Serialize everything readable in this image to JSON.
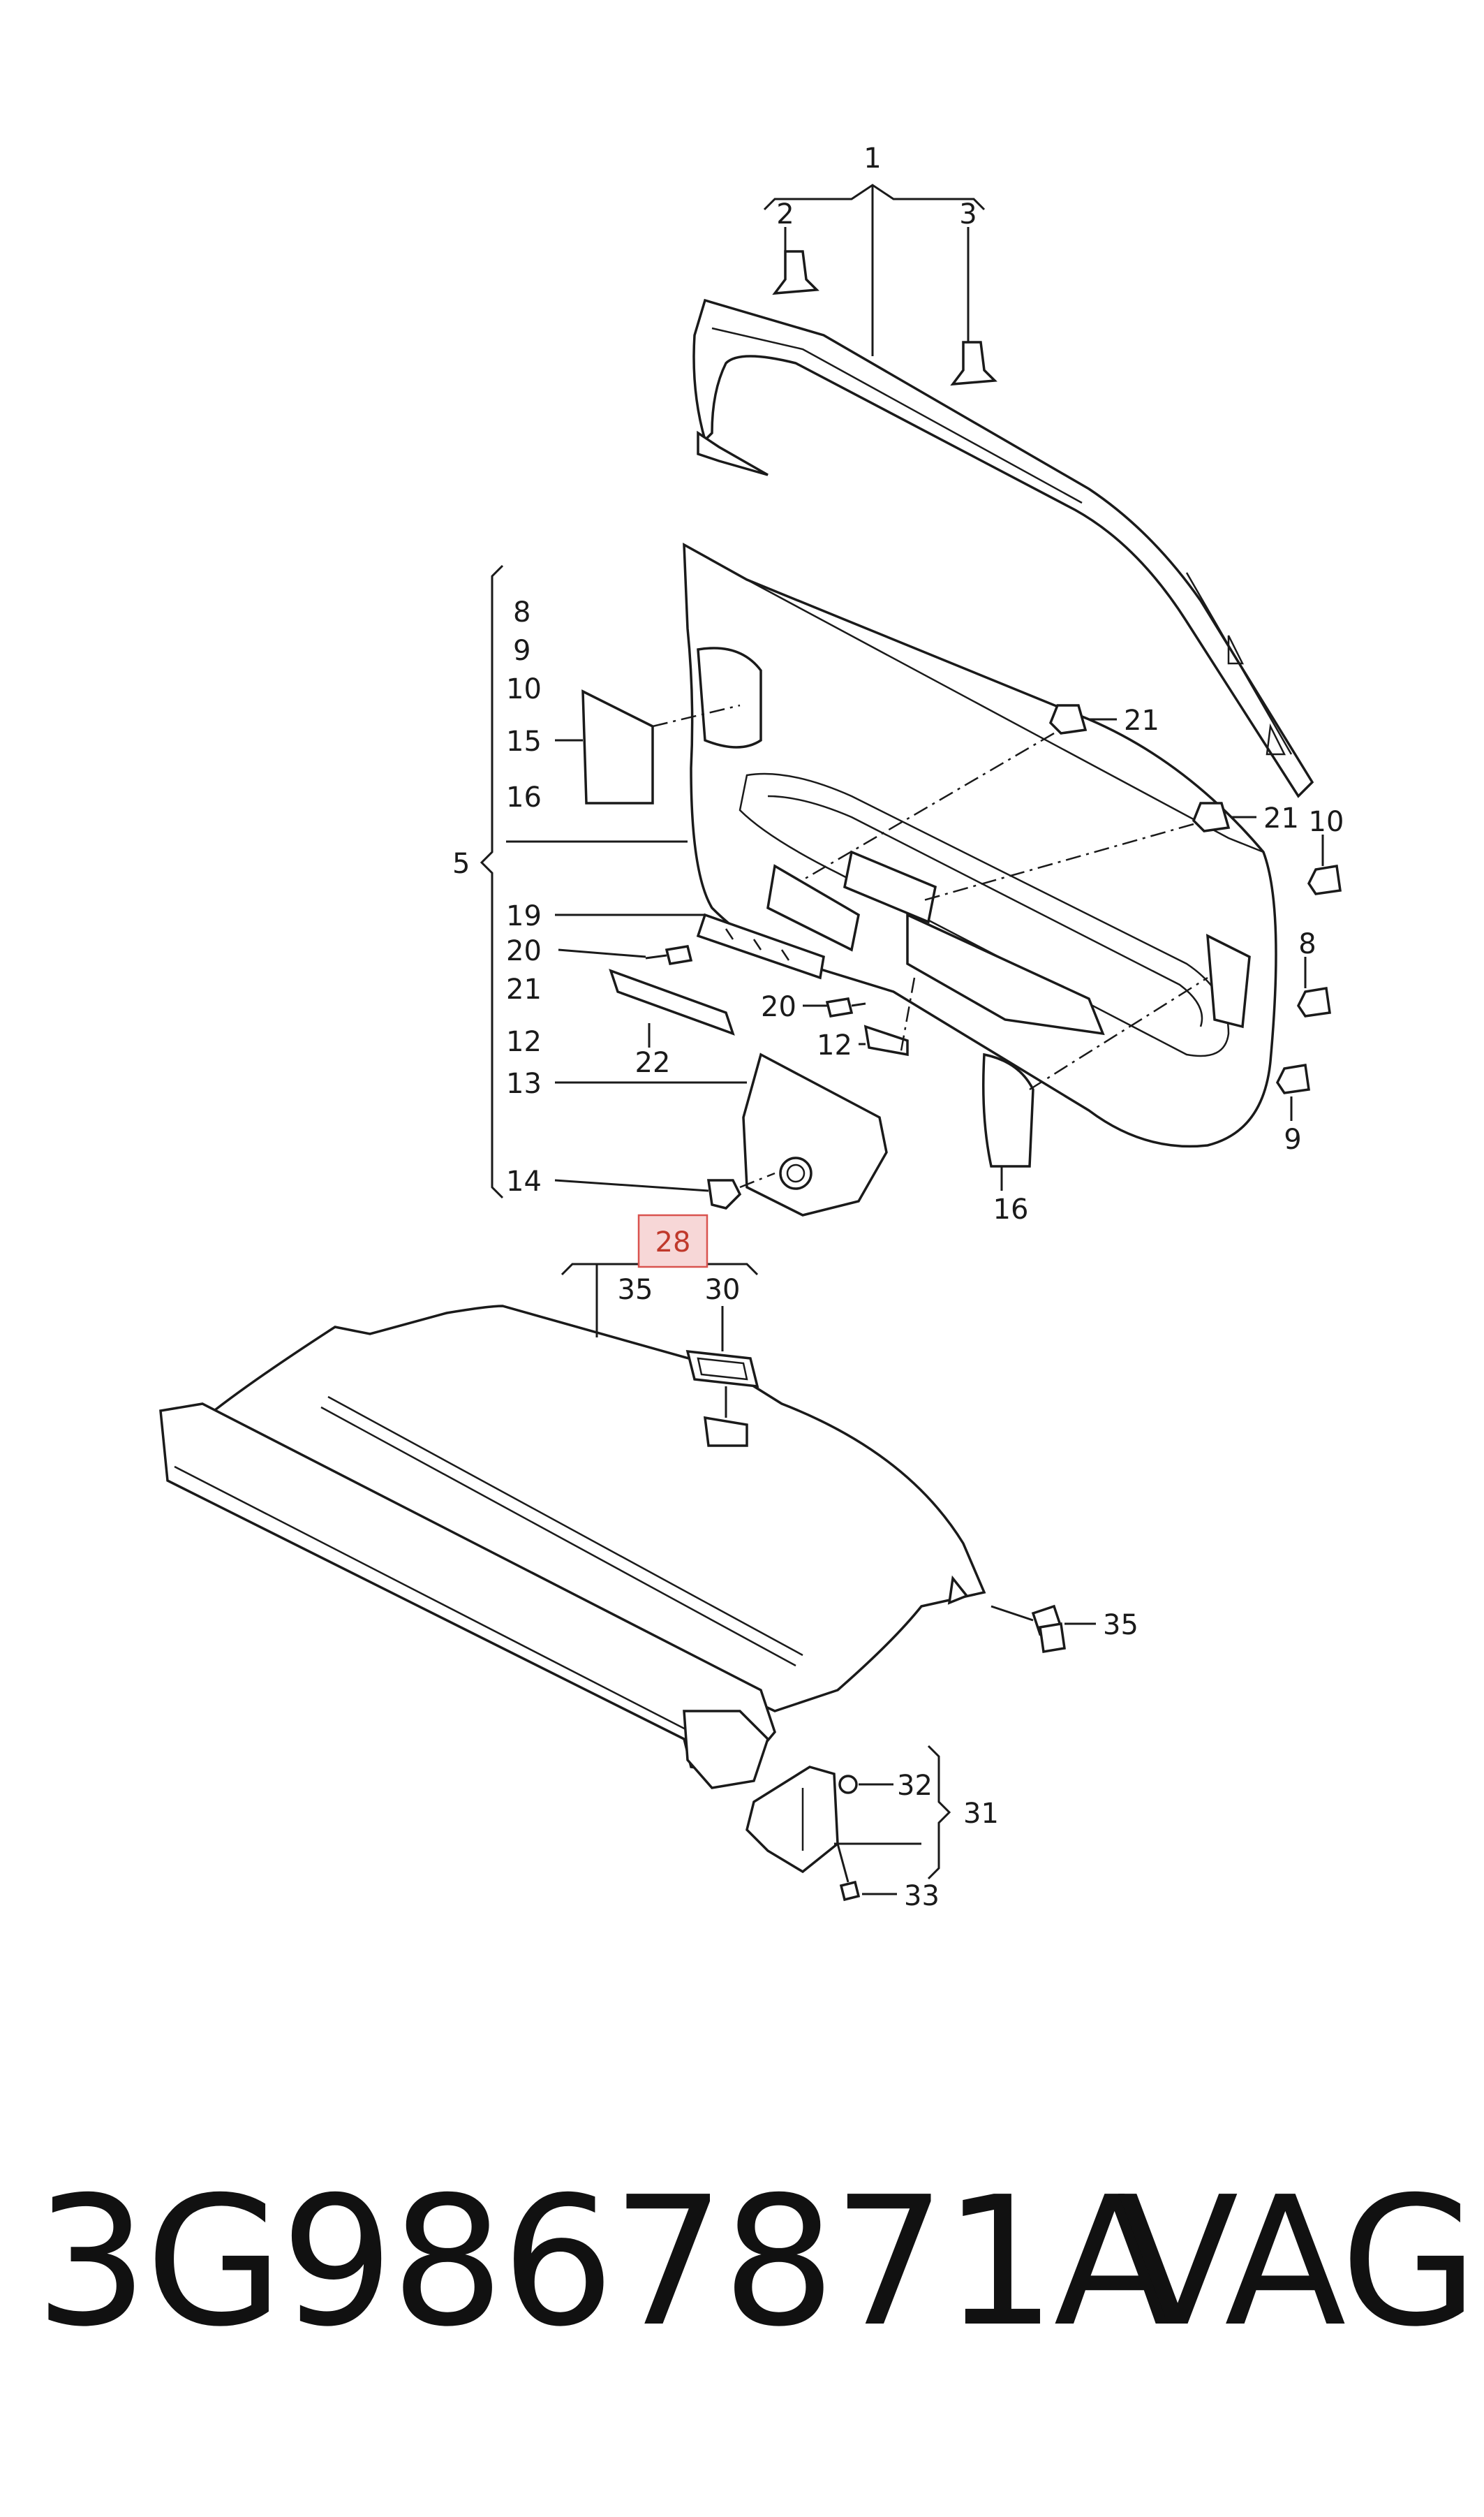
{
  "callouts": [
    {
      "id": "c1",
      "text": "1"
    },
    {
      "id": "c2",
      "text": "2"
    },
    {
      "id": "c3",
      "text": "3"
    },
    {
      "id": "c8a",
      "text": "8"
    },
    {
      "id": "c9a",
      "text": "9"
    },
    {
      "id": "c10a",
      "text": "10"
    },
    {
      "id": "c15",
      "text": "15"
    },
    {
      "id": "c16a",
      "text": "16"
    },
    {
      "id": "c5",
      "text": "5"
    },
    {
      "id": "c19",
      "text": "19"
    },
    {
      "id": "c20a",
      "text": "20"
    },
    {
      "id": "c21a",
      "text": "21"
    },
    {
      "id": "c12a",
      "text": "12"
    },
    {
      "id": "c13",
      "text": "13"
    },
    {
      "id": "c14",
      "text": "14"
    },
    {
      "id": "c22",
      "text": "22"
    },
    {
      "id": "c21b",
      "text": "21"
    },
    {
      "id": "c21c",
      "text": "21"
    },
    {
      "id": "c10b",
      "text": "10"
    },
    {
      "id": "c8b",
      "text": "8"
    },
    {
      "id": "c9b",
      "text": "9"
    },
    {
      "id": "c20b",
      "text": "20"
    },
    {
      "id": "c12b",
      "text": "12"
    },
    {
      "id": "c16b",
      "text": "16"
    },
    {
      "id": "c28",
      "text": "28"
    },
    {
      "id": "c35a",
      "text": "35"
    },
    {
      "id": "c30",
      "text": "30"
    },
    {
      "id": "c35b",
      "text": "35"
    },
    {
      "id": "c32",
      "text": "32"
    },
    {
      "id": "c31",
      "text": "31"
    },
    {
      "id": "c33",
      "text": "33"
    }
  ],
  "highlight_color": "#f7d7d7",
  "highlight_border": "#d9534f",
  "footer": {
    "part_number": "3G9867871A",
    "brand": "VAG"
  }
}
